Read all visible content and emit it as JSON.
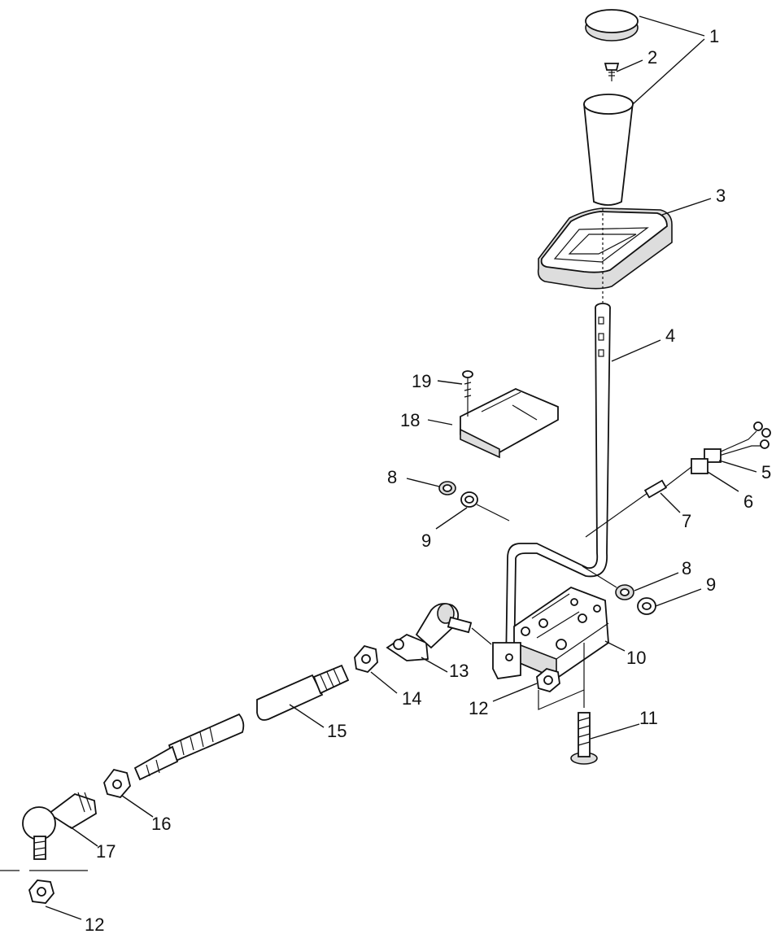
{
  "callouts": {
    "c1": "1",
    "c2": "2",
    "c3": "3",
    "c4": "4",
    "c5": "5",
    "c6": "6",
    "c7": "7",
    "c8a": "8",
    "c8b": "8",
    "c9a": "9",
    "c9b": "9",
    "c10": "10",
    "c11": "11",
    "c12a": "12",
    "c12b": "12",
    "c13": "13",
    "c14": "14",
    "c15": "15",
    "c16": "16",
    "c17": "17",
    "c18": "18",
    "c19": "19"
  }
}
